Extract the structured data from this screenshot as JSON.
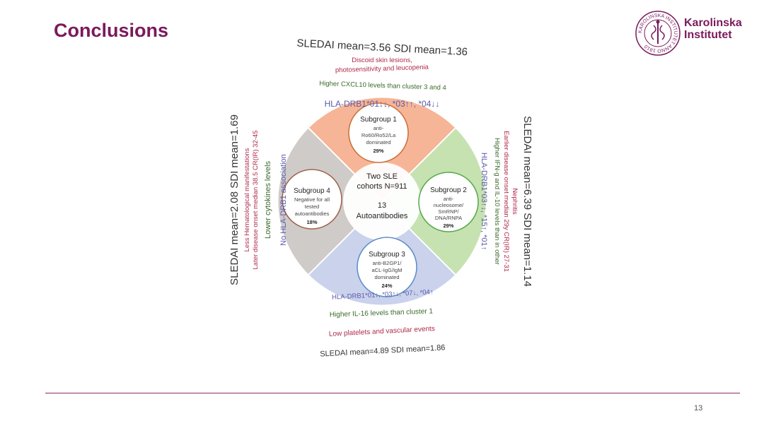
{
  "slide": {
    "title": "Conclusions",
    "page_number": "13"
  },
  "logo": {
    "seal_text": "KAROLINSKA INSTITUTET ANNO 1810",
    "line1": "Karolinska",
    "line2": "Institutet"
  },
  "center": {
    "line1": "Two SLE",
    "line2": "cohorts N=911",
    "line3": "13",
    "line4": "Autoantibodies"
  },
  "subgroups": {
    "top": {
      "title": "Subgroup 1",
      "desc": [
        "anti-",
        "Ro60/Ro52/La",
        "dominated"
      ],
      "percent": "29%",
      "texts": {
        "sledai": "SLEDAI mean=3.56 SDI mean=1.36",
        "manif1": "Discoid skin lesions,",
        "manif2": "photosensitivity and leucopenia",
        "cytokine": "Higher CXCL10 levels than cluster 3 and 4",
        "hla": "HLA-DRB1*01↓↓, *03↑↑, *04↓↓"
      }
    },
    "right": {
      "title": "Subgroup 2",
      "desc": [
        "anti-",
        "nucleosome/",
        "SmRNP/",
        "DNA/RNPA"
      ],
      "percent": "29%",
      "texts": {
        "sledai": "SLEDAI mean=6.39 SDI mean=1.14",
        "manif1": "Nephritis",
        "manif2": "Earlier disease onset median 29y CR(IR) 27-31",
        "cytokine": "Higher IFN-g and IL-10 levels than in other",
        "hla": "HLA-DRB1*03↑↓, *15↑, *01↑"
      }
    },
    "bottom": {
      "title": "Subgroup 3",
      "desc": [
        "anti-B2GP1/",
        "aCL-IgG/IgM",
        "dominated"
      ],
      "percent": "24%",
      "texts": {
        "hla": "HLA-DRB1*01↓, *03↑↓, *07↓, *04↑",
        "cytokine": "Higher IL-16 levels than cluster 1",
        "manif": "Low platelets and vascular events",
        "sledai": "SLEDAI mean=4.89 SDI mean=1.86"
      }
    },
    "left": {
      "title": "Subgroup 4",
      "desc": [
        "Negative for all",
        "tested",
        "autoantibodies"
      ],
      "percent": "18%",
      "texts": {
        "sledai": "SLEDAI mean=2.08 SDI mean=1.69",
        "manif1": "Less Hematological manifestations",
        "manif2": "Later disease onset median 38.5 CR(IR) 32-45",
        "cytokine": "Lower cytokines levels",
        "hla": "No HLA-DRB1 association"
      }
    }
  },
  "colors": {
    "title": "#7a1a5c",
    "top_fill": "#f6b596",
    "right_fill": "#c6e2b0",
    "bottom_fill": "#cad2ec",
    "left_fill": "#cfcbc9",
    "top_ring": "#c8703c",
    "right_ring": "#55a84a",
    "bottom_ring": "#5a8cc8",
    "left_ring": "#a0624a",
    "sledai_text": "#3a3a3a",
    "manif_text": "#b02a4a",
    "cytokine_text": "#3a6a2a",
    "hla_text": "#5a5aa8"
  }
}
